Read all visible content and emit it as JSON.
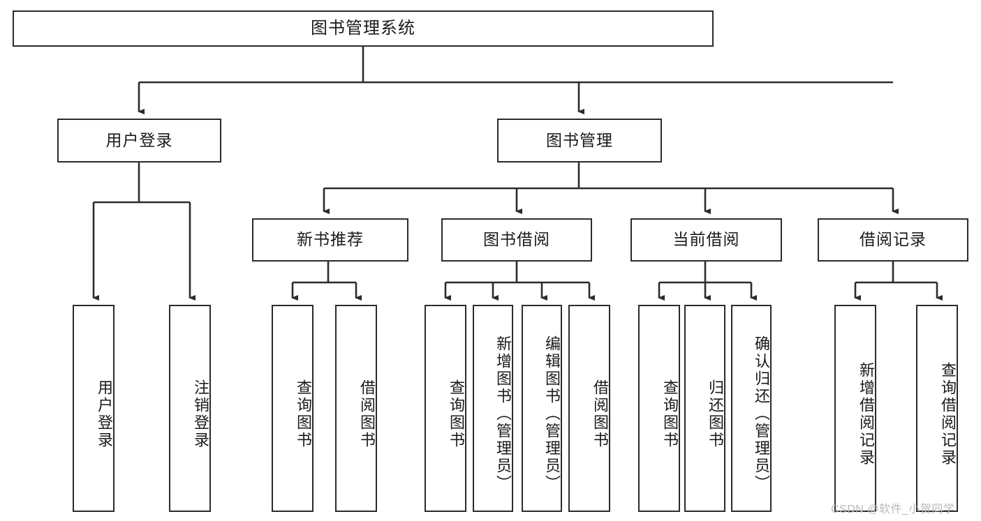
{
  "diagram": {
    "kind": "tree-hierarchy",
    "title": "图书管理系统",
    "watermark": "CSDN @软件_小贺同学",
    "colors": {
      "box_border": "#2b2b2b",
      "box_fill": "#ffffff",
      "connector": "#2b2b2b",
      "text": "#1a1a1a",
      "watermark": "#b9b9b9",
      "background": "#ffffff"
    },
    "levels": {
      "root": {
        "id": "root",
        "label": "图书管理系统"
      },
      "level2": [
        {
          "id": "user-login",
          "label": "用户登录"
        },
        {
          "id": "book-management",
          "label": "图书管理"
        }
      ],
      "level3": [
        {
          "id": "new-book-recommend",
          "label": "新书推荐",
          "parent": "book-management"
        },
        {
          "id": "book-borrow",
          "label": "图书借阅",
          "parent": "book-management"
        },
        {
          "id": "current-borrow",
          "label": "当前借阅",
          "parent": "book-management"
        },
        {
          "id": "borrow-record",
          "label": "借阅记录",
          "parent": "book-management"
        }
      ],
      "leaves": [
        {
          "id": "leaf-user-login",
          "label": "用户登录",
          "parent": "user-login"
        },
        {
          "id": "leaf-user-logout",
          "label": "注销登录",
          "parent": "user-login"
        },
        {
          "id": "leaf-query-book-1",
          "label": "查询图书",
          "parent": "new-book-recommend"
        },
        {
          "id": "leaf-borrow-book-1",
          "label": "借阅图书",
          "parent": "new-book-recommend"
        },
        {
          "id": "leaf-query-book-2",
          "label": "查询图书",
          "parent": "book-borrow"
        },
        {
          "id": "leaf-add-book",
          "label": "新增图书（管理员）",
          "parent": "book-borrow"
        },
        {
          "id": "leaf-edit-book",
          "label": "编辑图书（管理员）",
          "parent": "book-borrow"
        },
        {
          "id": "leaf-borrow-book-2",
          "label": "借阅图书",
          "parent": "book-borrow"
        },
        {
          "id": "leaf-query-book-3",
          "label": "查询图书",
          "parent": "current-borrow"
        },
        {
          "id": "leaf-return-book",
          "label": "归还图书",
          "parent": "current-borrow"
        },
        {
          "id": "leaf-confirm-return",
          "label": "确认归还（管理员）",
          "parent": "current-borrow"
        },
        {
          "id": "leaf-add-record",
          "label": "新增借阅记录",
          "parent": "borrow-record"
        },
        {
          "id": "leaf-query-record",
          "label": "查询借阅记录",
          "parent": "borrow-record"
        }
      ]
    }
  }
}
